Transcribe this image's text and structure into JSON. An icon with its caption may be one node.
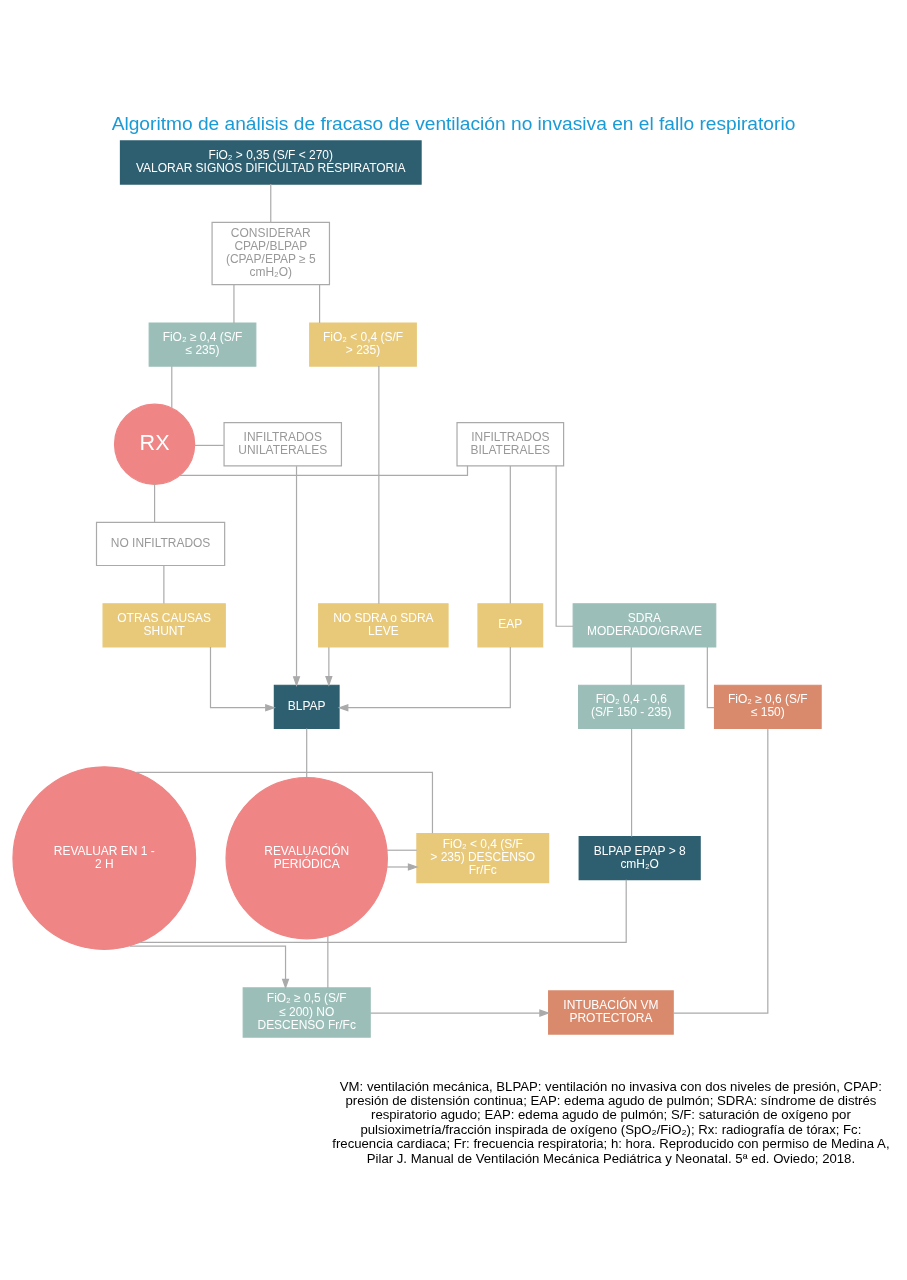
{
  "diagram": {
    "title": "Algoritmo de análisis de fracaso de ventilación no invasiva en el fallo respiratorio",
    "caption": "VM: ventilación mecánica, BLPAP: ventilación no invasiva con dos niveles de presión, CPAP: presión de distensión continua; EAP: edema agudo de pulmón; SDRA: síndrome de distrés respiratorio agudo; EAP: edema agudo de pulmón; S/F: saturación de oxígeno por pulsioximetría/fracción inspirada de oxígeno (SpO₂/FiO₂); Rx: radiografía de tórax; Fc: frecuencia cardiaca; Fr: frecuencia respiratoria; h: hora. Reproducido con permiso de Medina A, Pilar J. Manual de Ventilación Mecánica Pediátrica y Neonatal. 5ª ed. Oviedo; 2018.",
    "nodes": [
      {
        "text": [
          "FiO₂ > 0,35 (S/F < 270)",
          "VALORAR SIGNOS DIFICULTAD RESPIRATORIA"
        ]
      },
      {
        "text": [
          "CONSIDERAR CPAP/BLPAP (CPAP/EPAP ≥ 5 cmH₂O)"
        ]
      },
      {
        "text": [
          "FiO₂ ≥ 0,4 (S/F ≤ 235)"
        ]
      },
      {
        "text": [
          "FiO₂ < 0,4 (S/F > 235)"
        ]
      },
      {
        "text": [
          "INFILTRADOS BILATERALES"
        ]
      },
      {
        "text": [
          "RX"
        ]
      },
      {
        "text": [
          "INFILTRADOS UNILATERALES"
        ]
      },
      {
        "text": [
          "NO INFILTRADOS"
        ]
      },
      {
        "text": [
          "SDRA MODERADO/GRAVE"
        ]
      },
      {
        "text": [
          "EAP"
        ]
      },
      {
        "text": [
          "OTRAS CAUSAS SHUNT"
        ]
      },
      {
        "text": [
          "NO SDRA o SDRA LEVE"
        ]
      },
      {
        "text": [
          "BLPAP"
        ]
      },
      {
        "text": [
          "FiO₂ ≥ 0,6 (S/F ≤ 150)"
        ]
      },
      {
        "text": [
          "FiO₂ 0,4 - 0,6 (S/F 150 - 235)"
        ]
      },
      {
        "text": [
          "BLPAP EPAP > 8 cmH₂O"
        ]
      },
      {
        "text": [
          "REVALUAR EN 1 - 2 H"
        ]
      },
      {
        "text": [
          "FiO₂ < 0,4 (S/F > 235) DESCENSO Fr/Fc"
        ]
      },
      {
        "text": [
          "REVALUACIÓN PERIÓDICA"
        ]
      },
      {
        "text": [
          "INTUBACIÓN VM PROTECTORA"
        ]
      },
      {
        "text": [
          "FiO₂ ≥ 0,5 (S/F ≤ 200) NO DESCENSO Fr/Fc"
        ]
      }
    ],
    "edges": [
      {
        "from": 0,
        "to": 1,
        "arrow": "none"
      },
      {
        "from": 1,
        "to": 2,
        "arrow": "none"
      },
      {
        "from": 1,
        "to": 3,
        "arrow": "none"
      },
      {
        "from": 2,
        "to": 5,
        "arrow": "none"
      },
      {
        "from": 5,
        "to": 4,
        "arrow": "none"
      },
      {
        "from": 5,
        "to": 6,
        "arrow": "none"
      },
      {
        "from": 5,
        "to": 7,
        "arrow": "none"
      },
      {
        "from": 4,
        "to": 8,
        "arrow": "none"
      },
      {
        "from": 4,
        "to": 9,
        "arrow": "none"
      },
      {
        "from": 7,
        "to": 10,
        "arrow": "none"
      },
      {
        "from": 3,
        "to": 11,
        "arrow": "none"
      },
      {
        "from": 9,
        "to": 12,
        "arrow": "to"
      },
      {
        "from": 10,
        "to": 12,
        "arrow": "to"
      },
      {
        "from": 6,
        "to": 12,
        "arrow": "to"
      },
      {
        "from": 11,
        "to": 12,
        "arrow": "to"
      },
      {
        "from": 8,
        "to": 13,
        "arrow": "none"
      },
      {
        "from": 8,
        "to": 14,
        "arrow": "none"
      },
      {
        "from": 14,
        "to": 15,
        "arrow": "none"
      },
      {
        "from": 15,
        "to": 16,
        "arrow": "none"
      },
      {
        "from": 12,
        "to": 18,
        "arrow": "none"
      },
      {
        "from": 16,
        "to": 17,
        "arrow": "none"
      },
      {
        "from": 17,
        "to": 18,
        "arrow": "none"
      },
      {
        "from": 18,
        "to": 17,
        "arrow": "to"
      },
      {
        "from": 16,
        "to": 20,
        "arrow": "to"
      },
      {
        "from": 13,
        "to": 19,
        "arrow": "none"
      },
      {
        "from": 20,
        "to": 19,
        "arrow": "to"
      },
      {
        "from": 18,
        "to": 20,
        "arrow": "none"
      }
    ]
  }
}
